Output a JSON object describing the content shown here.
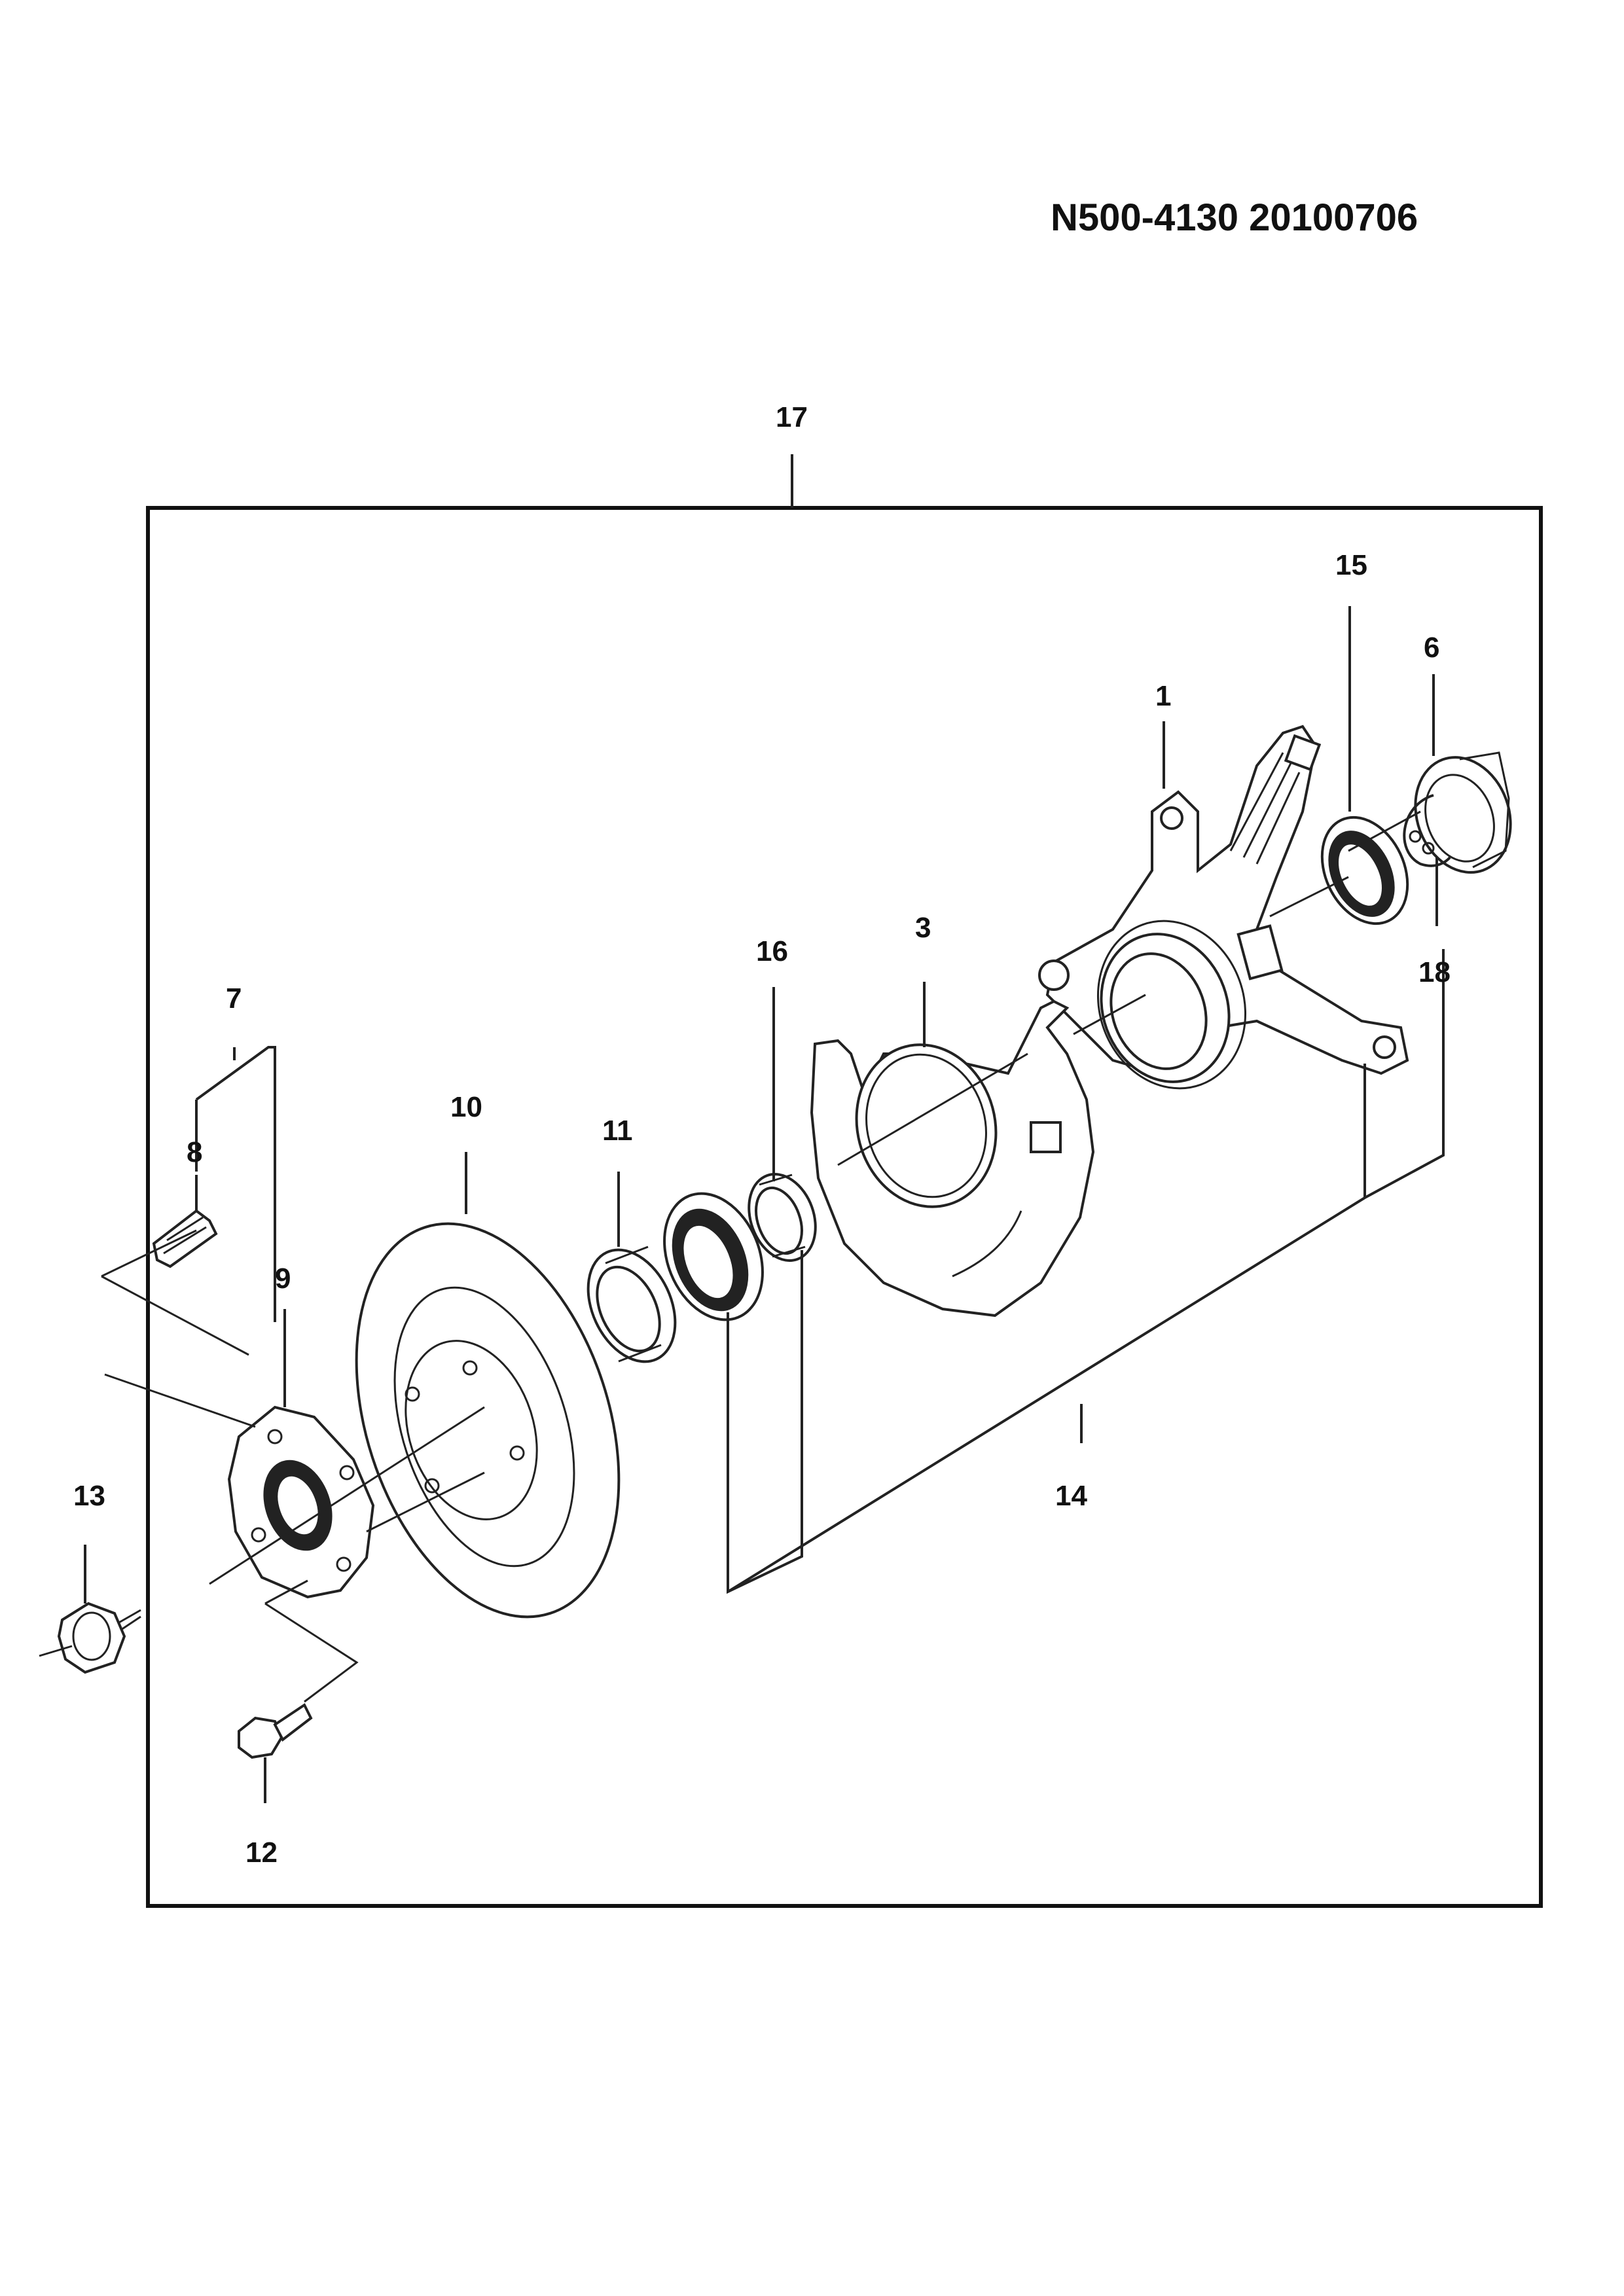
{
  "header": {
    "drawing_code": "N500-4130  20100706"
  },
  "callouts": {
    "c1": "1",
    "c3": "3",
    "c6": "6",
    "c7": "7",
    "c8": "8",
    "c9": "9",
    "c10": "10",
    "c11": "11",
    "c12": "12",
    "c13": "13",
    "c14": "14",
    "c15": "15",
    "c16": "16",
    "c17": "17",
    "c18": "18"
  }
}
